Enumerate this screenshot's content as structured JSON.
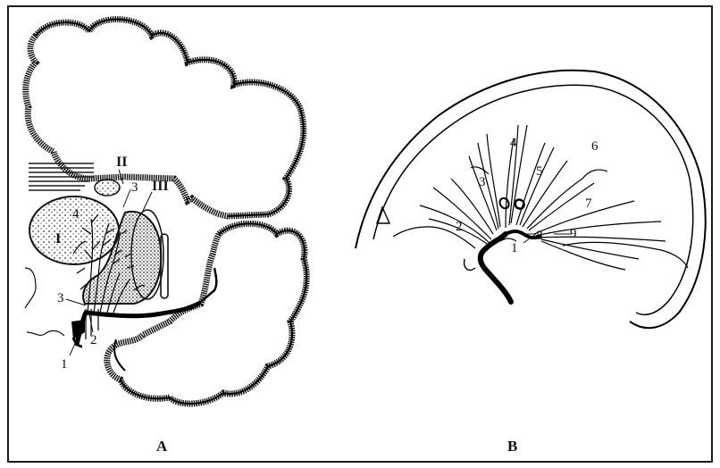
{
  "panels": {
    "a": "A",
    "b": "B"
  },
  "a_labels": {
    "roman_1": "I",
    "roman_2": "II",
    "roman_3": "III",
    "n1": "1",
    "n2": "2",
    "n3_low": "3",
    "n3_top": "3",
    "n4": "4"
  },
  "b_labels": {
    "n1": "1",
    "n2": "2",
    "n3": "3",
    "n4": "4",
    "n5": "5",
    "n6": "6",
    "n7": "7",
    "n8": "8",
    "n9": "9"
  }
}
